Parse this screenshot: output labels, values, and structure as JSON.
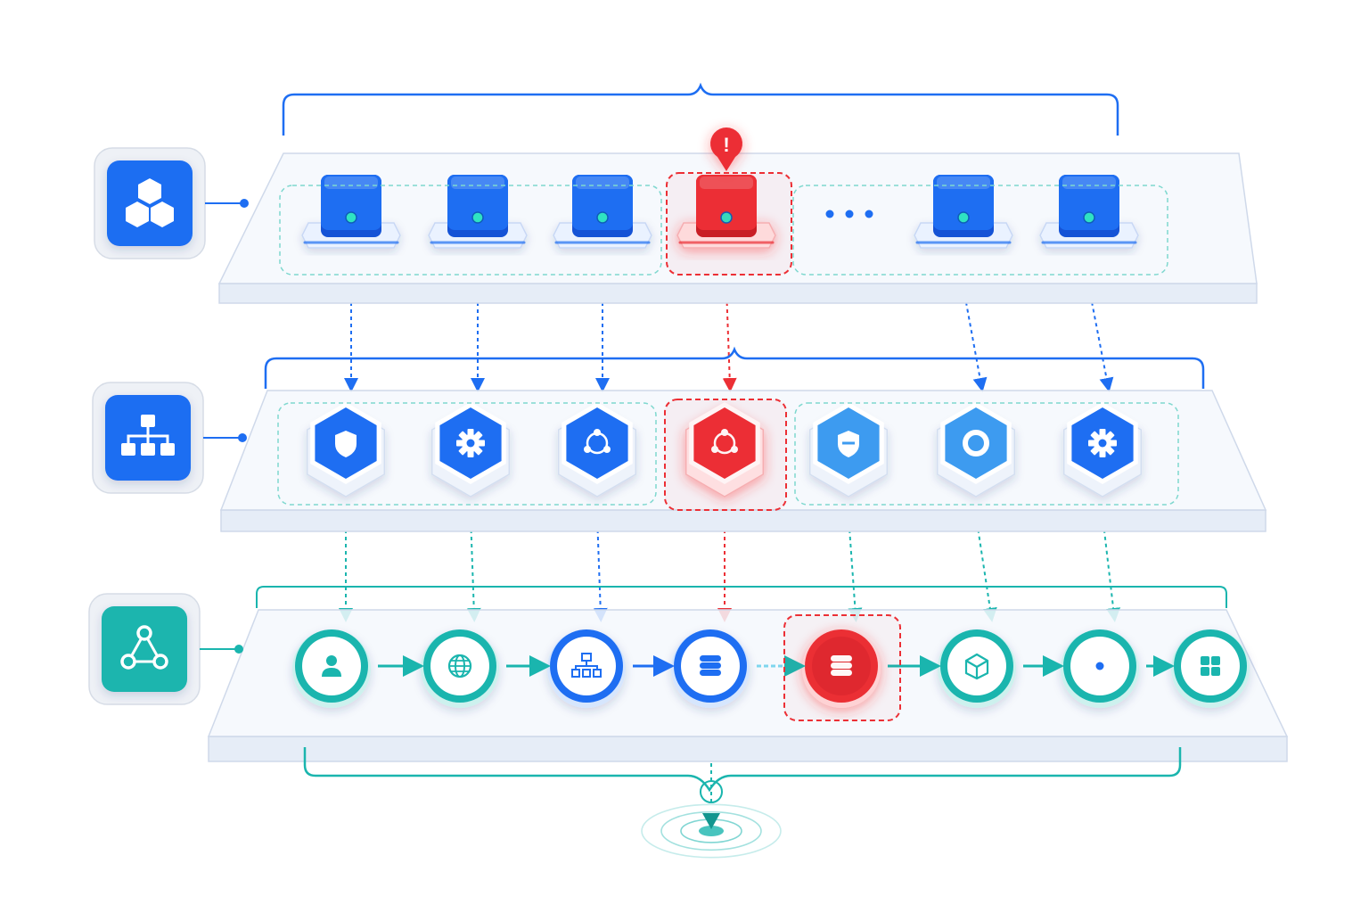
{
  "colors": {
    "blue": "#1e6ef2",
    "blue_dark": "#1553d6",
    "blue_light": "#3d9bf0",
    "teal": "#1ab5ae",
    "teal_dark": "#12968f",
    "red": "#ec2f35",
    "red_dark": "#c81e24",
    "green_dot": "#2fe3c2",
    "panel_fill": "#f4f8fd",
    "panel_edge": "#cfd9ea"
  },
  "layers": [
    {
      "id": "compute",
      "badge_icon": "cubes-icon",
      "badge_color": "blue",
      "items": [
        {
          "icon": "server-cube-icon",
          "state": "normal"
        },
        {
          "icon": "server-cube-icon",
          "state": "normal"
        },
        {
          "icon": "server-cube-icon",
          "state": "normal"
        },
        {
          "icon": "server-cube-icon",
          "state": "error"
        },
        {
          "icon": "ellipsis-icon",
          "state": "more"
        },
        {
          "icon": "server-cube-icon",
          "state": "normal"
        },
        {
          "icon": "server-cube-icon",
          "state": "normal"
        }
      ]
    },
    {
      "id": "services",
      "badge_icon": "hierarchy-icon",
      "badge_color": "blue",
      "items": [
        {
          "icon": "shield-icon",
          "state": "normal"
        },
        {
          "icon": "gear-icon",
          "state": "normal"
        },
        {
          "icon": "network-nodes-icon",
          "state": "normal"
        },
        {
          "icon": "network-nodes-icon",
          "state": "error"
        },
        {
          "icon": "shield-minus-icon",
          "state": "light"
        },
        {
          "icon": "ring-gear-icon",
          "state": "light"
        },
        {
          "icon": "gear-icon",
          "state": "normal"
        }
      ]
    },
    {
      "id": "pipeline",
      "badge_icon": "triangle-nodes-icon",
      "badge_color": "teal",
      "items": [
        {
          "icon": "user-icon",
          "state": "teal"
        },
        {
          "icon": "globe-icon",
          "state": "teal"
        },
        {
          "icon": "hierarchy-icon",
          "state": "blue"
        },
        {
          "icon": "database-icon",
          "state": "blue"
        },
        {
          "icon": "database-icon",
          "state": "error"
        },
        {
          "icon": "box-icon",
          "state": "teal"
        },
        {
          "icon": "gear-icon",
          "state": "teal"
        },
        {
          "icon": "grid-icon",
          "state": "teal"
        }
      ]
    }
  ],
  "alert": {
    "icon": "alert-icon",
    "symbol": "!"
  },
  "output": {
    "icon": "target-ripple-icon"
  }
}
